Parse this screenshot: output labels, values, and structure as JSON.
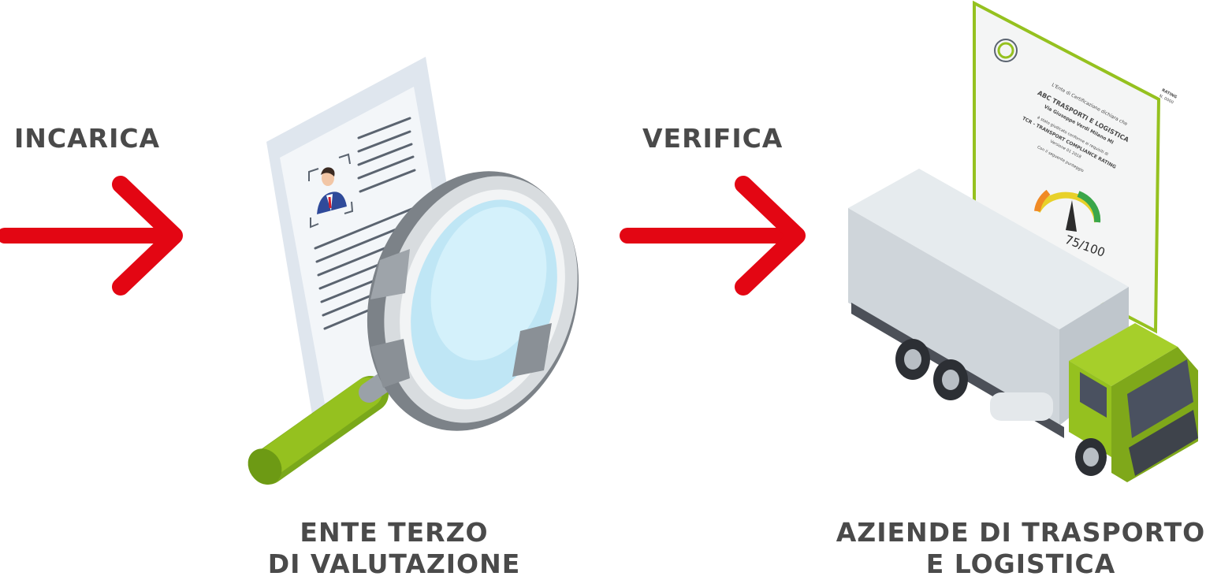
{
  "steps": {
    "step1": {
      "label": "INCARICA"
    },
    "step2": {
      "label": "VERIFICA"
    }
  },
  "captions": {
    "ente": {
      "line1": "ENTE TERZO",
      "line2": "DI VALUTAZIONE"
    },
    "aziende": {
      "line1": "AZIENDE DI TRASPORTO",
      "line2": "E LOGISTICA"
    }
  },
  "certificate": {
    "rating_label": "RATING",
    "rating_number": "N. 0000",
    "intro": "L'Ente di Certificazione dichiara che",
    "company": "ABC TRASPORTI E LOGISTICA",
    "address": "Via Giuseppe Verdi Milano MI",
    "compliance_intro": "è stato giudicato conforme ai requisiti di",
    "standard": "TCR - TRANSPORT COMPLIANCE RATING",
    "version": "Versione 01 2018",
    "score_intro": "Con il seguente punteggio",
    "score": "75/100"
  },
  "colors": {
    "arrow": "#e30613",
    "accent_green": "#95c11f",
    "text_gray": "#4a4a4a"
  },
  "icons": {
    "arrow1": "arrow-right-icon",
    "arrow2": "arrow-right-icon",
    "document": "document-profile-icon",
    "magnifier": "magnifying-glass-icon",
    "certificate": "certificate-icon",
    "truck": "truck-icon"
  }
}
